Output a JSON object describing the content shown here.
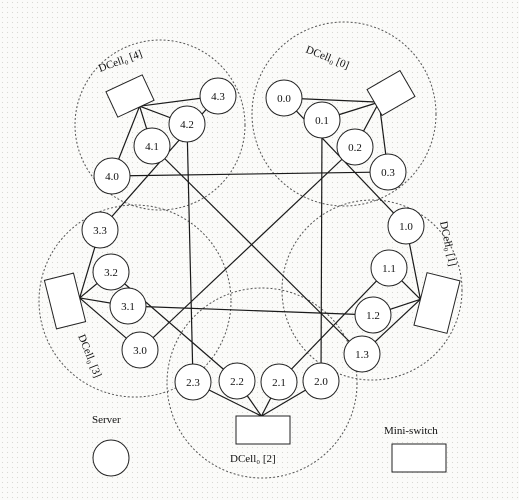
{
  "dcells": [
    {
      "id": 0,
      "label": "DCell₀ [0]",
      "servers": [
        "0.0",
        "0.1",
        "0.2",
        "0.3"
      ]
    },
    {
      "id": 1,
      "label": "DCell₀ [1]",
      "servers": [
        "1.0",
        "1.1",
        "1.2",
        "1.3"
      ]
    },
    {
      "id": 2,
      "label": "DCell₀ [2]",
      "servers": [
        "2.0",
        "2.1",
        "2.2",
        "2.3"
      ]
    },
    {
      "id": 3,
      "label": "DCell₀ [3]",
      "servers": [
        "3.0",
        "3.1",
        "3.2",
        "3.3"
      ]
    },
    {
      "id": 4,
      "label": "DCell₀ [4]",
      "servers": [
        "4.0",
        "4.1",
        "4.2",
        "4.3"
      ]
    }
  ],
  "inter_cell_links": [
    [
      "0.0",
      "1.0"
    ],
    [
      "0.1",
      "2.0"
    ],
    [
      "0.2",
      "3.0"
    ],
    [
      "0.3",
      "4.0"
    ],
    [
      "1.1",
      "2.1"
    ],
    [
      "1.2",
      "3.1"
    ],
    [
      "1.3",
      "4.1"
    ],
    [
      "2.2",
      "3.2"
    ],
    [
      "2.3",
      "4.2"
    ],
    [
      "3.3",
      "4.3"
    ]
  ],
  "legend": {
    "server_label": "Server",
    "switch_label": "Mini-switch"
  }
}
